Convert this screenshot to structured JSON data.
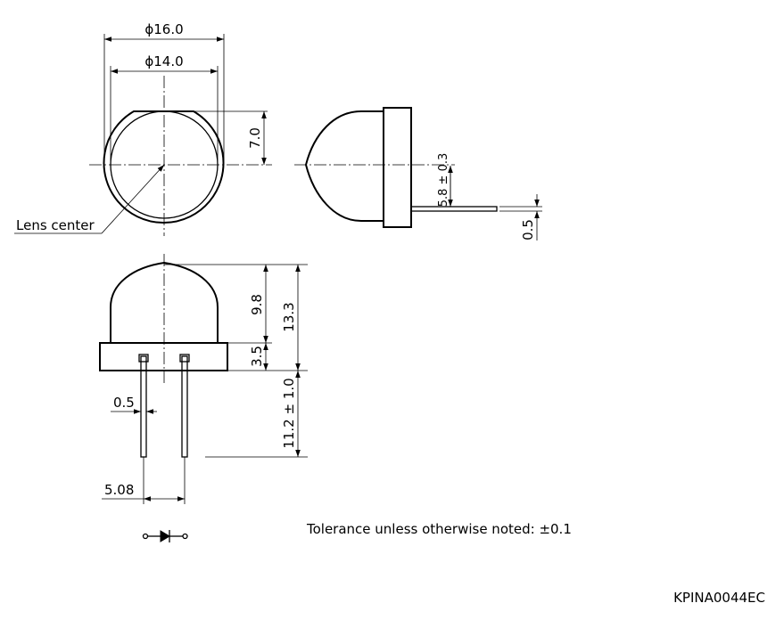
{
  "dimensions": {
    "phi_outer": "ϕ16.0",
    "phi_inner": "ϕ14.0",
    "flat_height": "7.0",
    "lead_offset": "5.8 ± 0.3",
    "lead_thickness_side": "0.5",
    "lens_height": "9.8",
    "flange_height": "3.5",
    "total_height": "13.3",
    "lead_length": "11.2 ± 1.0",
    "lead_width": "0.5",
    "lead_pitch": "5.08"
  },
  "labels": {
    "lens_center": "Lens center",
    "tolerance": "Tolerance unless otherwise noted: ±0.1",
    "drawing_code": "KPINA0044EC"
  }
}
